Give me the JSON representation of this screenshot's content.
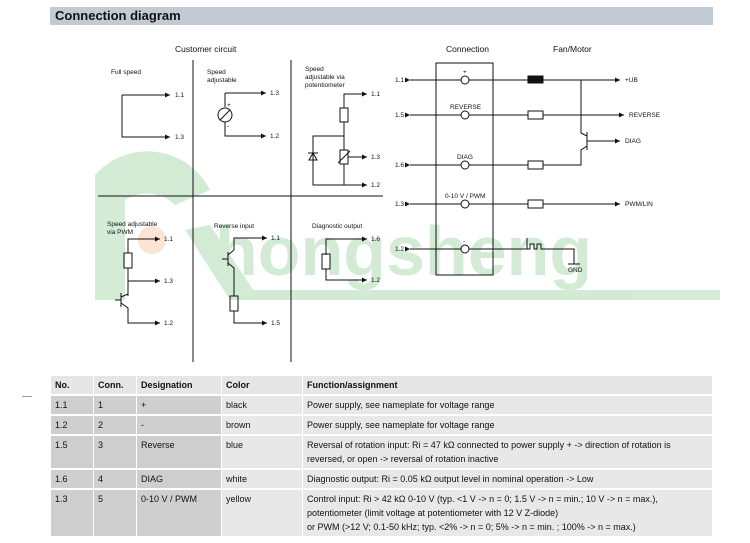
{
  "section": {
    "title": "Connection diagram"
  },
  "diagram": {
    "customer_circuit_title": "Customer circuit",
    "connection_title": "Connection",
    "fan_motor_title": "Fan/Motor",
    "watermark": "hongsheng",
    "panels": {
      "full_speed": {
        "title": "Full speed",
        "pins": [
          "1.1",
          "1.3"
        ]
      },
      "speed_adjustable": {
        "title_line1": "Speed",
        "title_line2": "adjustable",
        "plus": "+",
        "minus": "-",
        "pins": [
          "1.3",
          "1.2"
        ]
      },
      "potentiometer": {
        "title_line1": "Speed",
        "title_line2": "adjustable via",
        "title_line3": "potentiometer",
        "pins": [
          "1.1",
          "1.3",
          "1.2"
        ]
      },
      "pwm": {
        "title_line1": "Speed adjustable",
        "title_line2": "via PWM",
        "pins": [
          "1.1",
          "1.3",
          "1.2"
        ]
      },
      "reverse": {
        "title": "Reverse input",
        "pins": [
          "1.1",
          "1.5"
        ]
      },
      "diagnostic": {
        "title": "Diagnostic output",
        "pins": [
          "1.6",
          "1.2"
        ]
      }
    },
    "connection_rows": [
      {
        "pin": "1.1",
        "label": "+",
        "output": "+UB"
      },
      {
        "pin": "1.5",
        "label": "REVERSE",
        "output": "REVERSE"
      },
      {
        "pin": "1.6",
        "label": "DIAG",
        "output": "DIAG"
      },
      {
        "pin": "1.3",
        "label": "0-10 V / PWM",
        "output": "PWM/LIN"
      },
      {
        "pin": "1.2",
        "label": "-",
        "output": "GND"
      }
    ]
  },
  "table": {
    "headers": [
      "No.",
      "Conn.",
      "Designation",
      "Color",
      "Function/assignment"
    ],
    "rows": [
      {
        "no": "1.1",
        "conn": "1",
        "designation": "+",
        "color": "black",
        "function": "Power supply, see nameplate for voltage range"
      },
      {
        "no": "1.2",
        "conn": "2",
        "designation": "-",
        "color": "brown",
        "function": "Power supply, see nameplate for voltage range"
      },
      {
        "no": "1.5",
        "conn": "3",
        "designation": "Reverse",
        "color": "blue",
        "function_line1": "Reversal of rotation input: Ri = 47 kΩ connected to power supply + -> direction of rotation is",
        "function_line2": "reversed, or open -> reversal of rotation inactive"
      },
      {
        "no": "1.6",
        "conn": "4",
        "designation": "DIAG",
        "color": "white",
        "function": "Diagnostic output: Ri = 0.05 kΩ output level in nominal operation -> Low"
      },
      {
        "no": "1.3",
        "conn": "5",
        "designation": "0-10 V / PWM",
        "color": "yellow",
        "function_line1": "Control input: Ri > 42 kΩ 0-10 V (typ. <1 V -> n = 0; 1.5 V -> n = min.; 10 V -> n = max.),",
        "function_line2": "potentiometer (limit voltage at potentiometer with 12 V Z-diode)",
        "function_line3": "or PWM (>12 V; 0.1-50 kHz; typ. <2% -> n = 0; 5% -> n = min. ; 100% -> n = max.)"
      }
    ]
  },
  "colors": {
    "title_bar": "#c2cad3",
    "cell_dark": "#cfcfcf",
    "cell_light": "#e8e8e8",
    "watermark": "#3aa545",
    "watermark_sun": "#f08a3c"
  }
}
